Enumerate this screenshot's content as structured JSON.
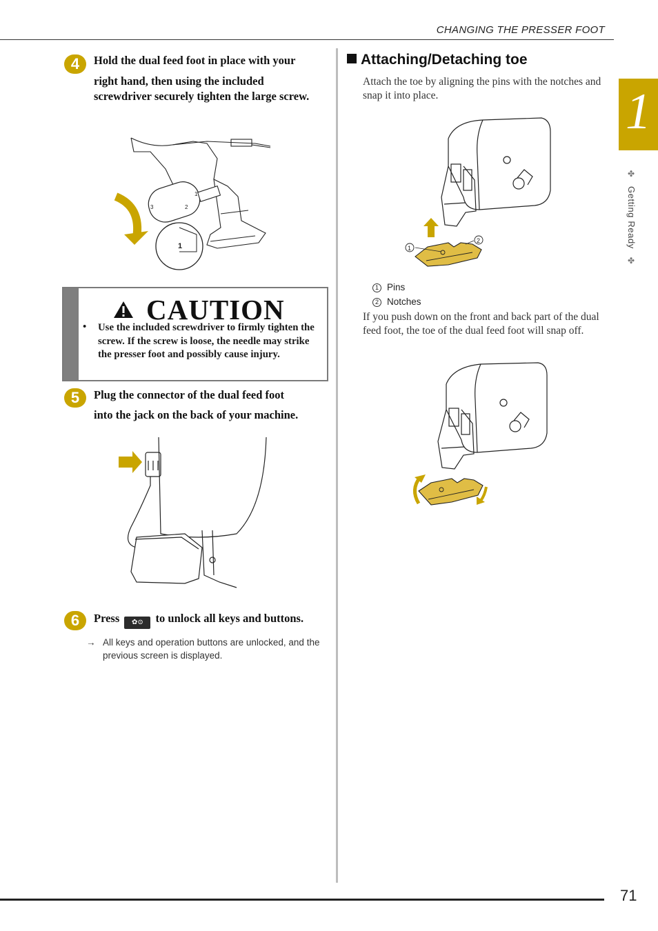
{
  "header": {
    "title": "CHANGING THE PRESSER FOOT"
  },
  "side_tab": {
    "chapter": "1",
    "label": "Getting Ready"
  },
  "steps": [
    {
      "number": "4",
      "text_line1": "Hold the dual feed foot in place with your",
      "text_rest": "right hand, then using the included screwdriver securely tighten the large screw."
    },
    {
      "number": "5",
      "text_line1": "Plug the connector of the dual feed foot",
      "text_rest": "into the jack on the back of your machine."
    },
    {
      "number": "6",
      "before": "Press",
      "after": "to unlock all keys and buttons."
    }
  ],
  "caution": {
    "title": "CAUTION",
    "bullet": "Use the included screwdriver to firmly tighten the screw. If the screw is loose, the needle may strike the presser foot and possibly cause injury."
  },
  "result": {
    "arrow": "→",
    "text": "All keys and operation buttons are unlocked, and the previous screen is displayed."
  },
  "section": {
    "title": "Attaching/Detaching toe",
    "intro": "Attach the toe by aligning the pins with the notches and snap it into place.",
    "legend": [
      {
        "num": "1",
        "label": "Pins"
      },
      {
        "num": "2",
        "label": "Notches"
      }
    ],
    "detach": "If you push down on the front and back part of the dual feed foot, the toe of the dual feed foot will snap off."
  },
  "figure_labels": {
    "dial_marks": [
      "3",
      "2",
      "1"
    ],
    "dial_zoom": "1",
    "callouts": [
      "1",
      "2"
    ]
  },
  "page_number": "71",
  "colors": {
    "accent": "#c9a500",
    "caution_bar": "#7f7f7f",
    "foot_gold": "#e0bd45"
  }
}
